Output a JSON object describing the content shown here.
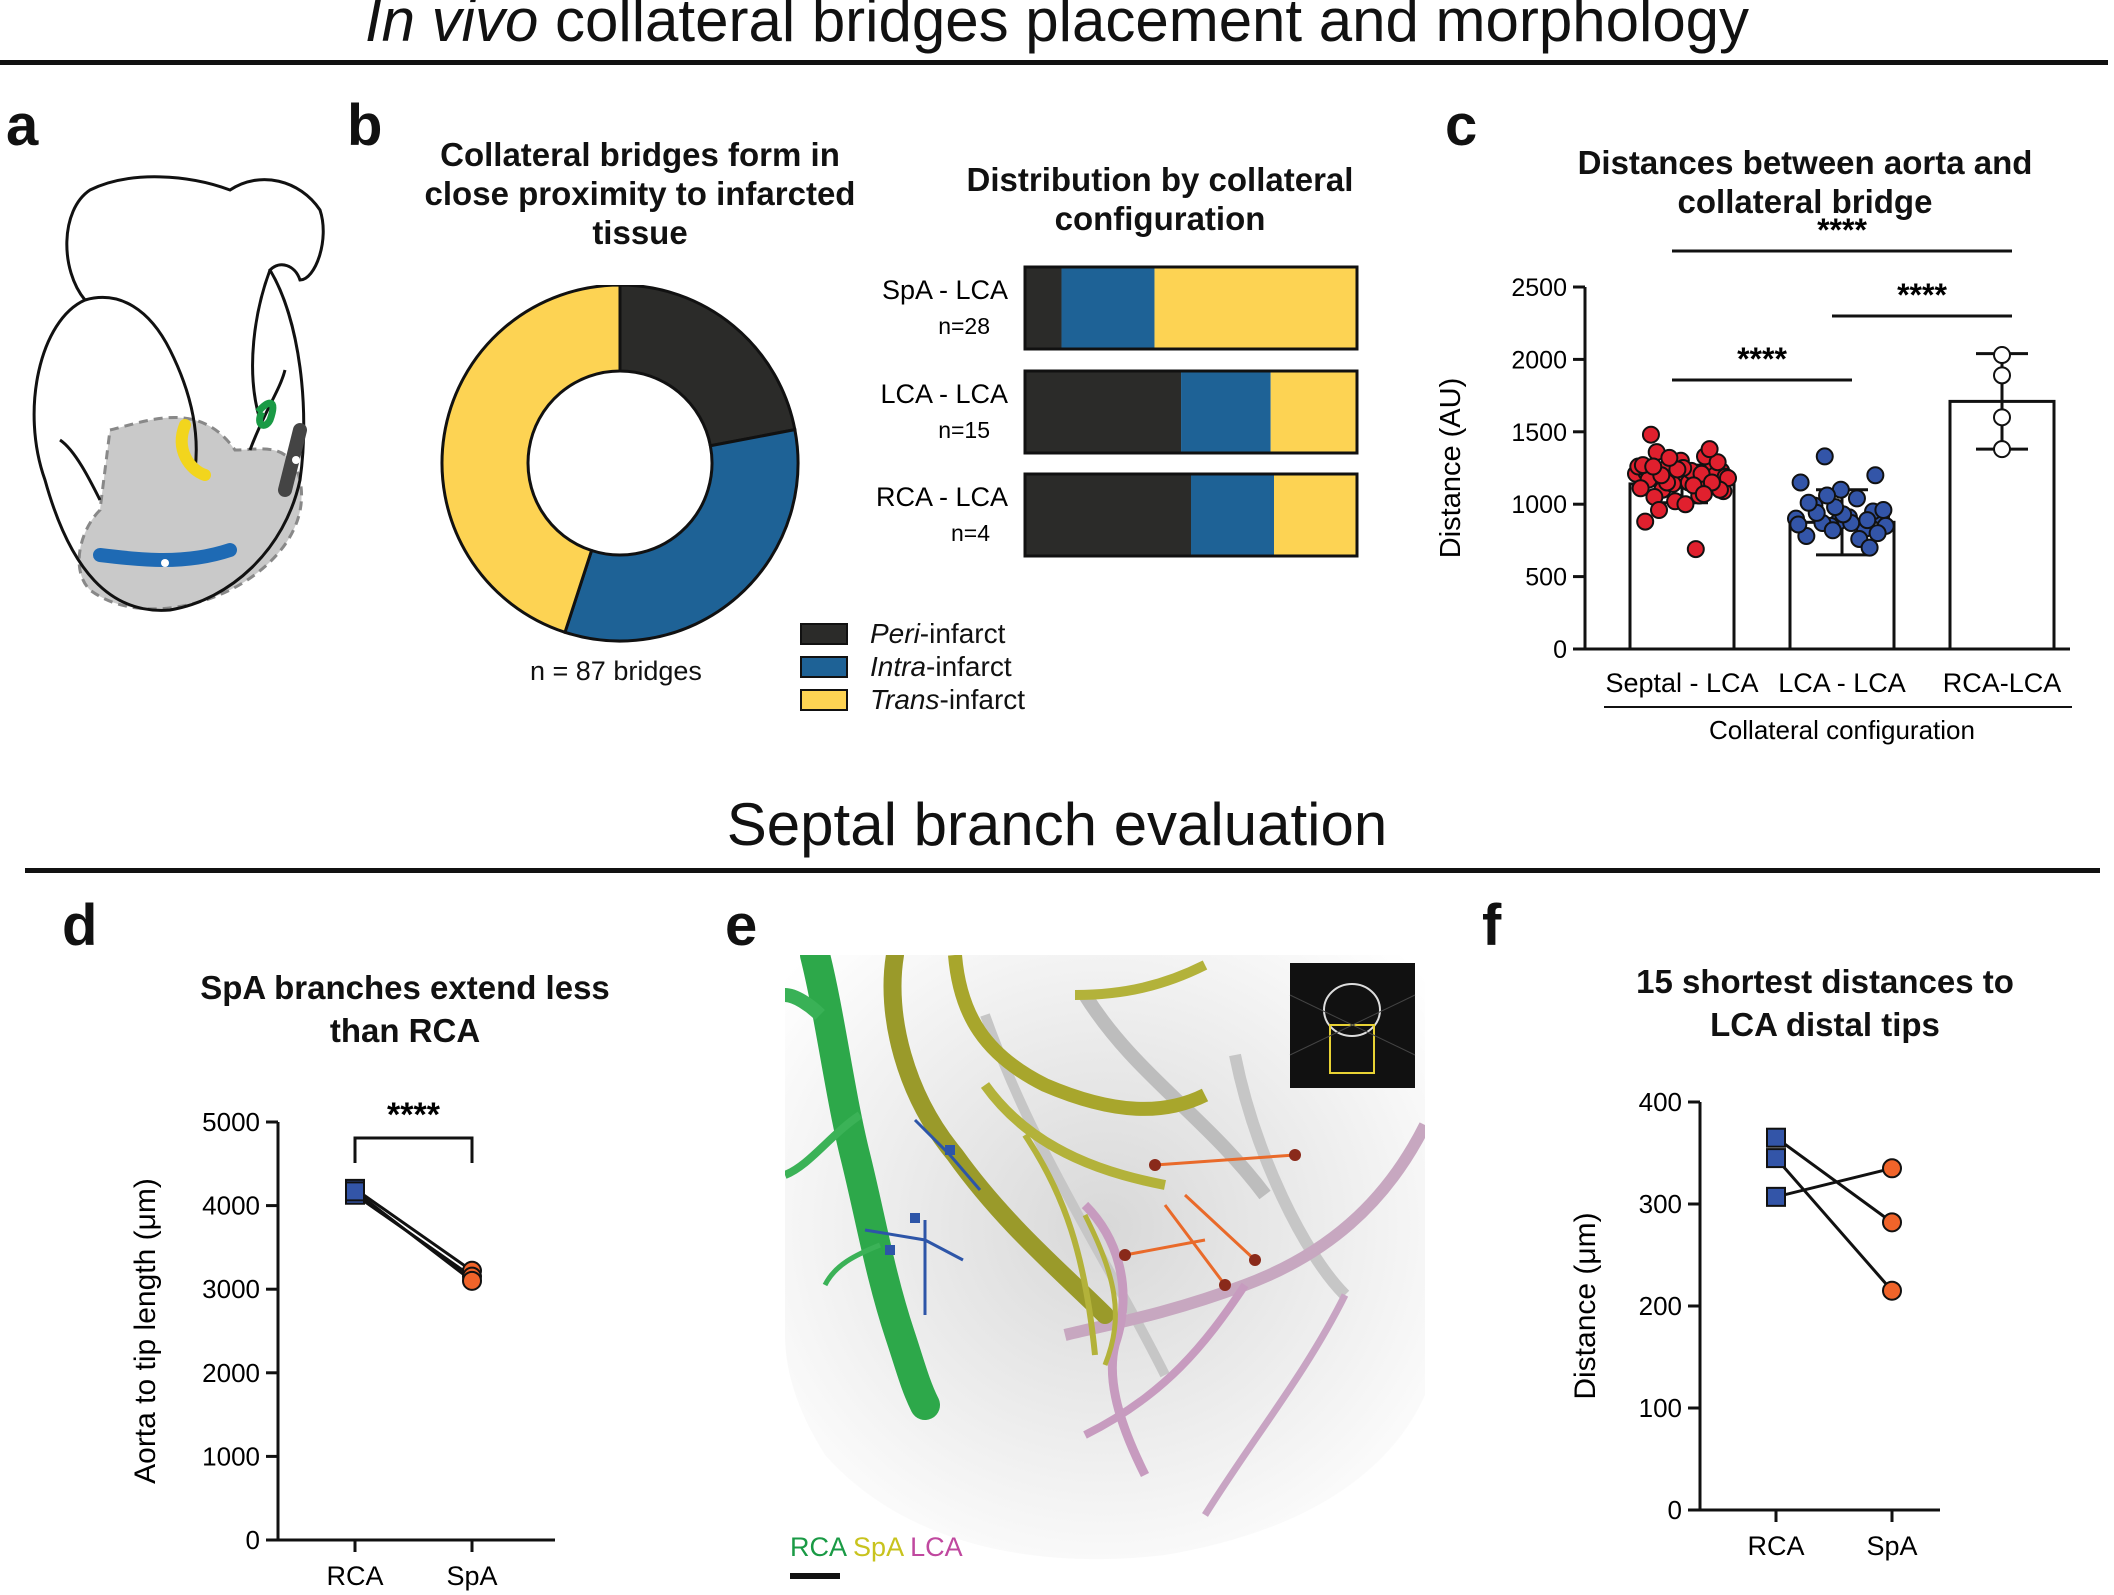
{
  "header": {
    "title_italic": "In vivo",
    "title_rest": " collateral bridges placement and morphology",
    "section2_title": "Septal branch evaluation"
  },
  "panel_labels": {
    "a": "a",
    "b": "b",
    "c": "c",
    "d": "d",
    "e": "e",
    "f": "f"
  },
  "colors": {
    "peri": "#2b2b29",
    "intra": "#1e6296",
    "trans": "#fdd353",
    "rca": "#1a9a45",
    "spa": "#c8c31e",
    "lca": "#c0489f",
    "red_dots": "#e0202e",
    "blue_dots": "#3355a8",
    "orange": "#f0642a"
  },
  "donut_title": "Collateral bridges form in close proximity to infarcted tissue",
  "donut_note": "n = 87 bridges",
  "stack_title": "Distribution by collateral configuration",
  "legend": [
    {
      "prefix": "Peri",
      "suffix": "-infarct",
      "color": "#2b2b29"
    },
    {
      "prefix": "Intra",
      "suffix": "-infarct",
      "color": "#1e6296"
    },
    {
      "prefix": "Trans",
      "suffix": "-infarct",
      "color": "#fdd353"
    }
  ],
  "bar_c_title": "Distances between aorta and collateral bridge",
  "d_title": "SpA branches extend less than RCA",
  "f_title": "15 shortest distances to LCA distal tips",
  "e_legend": {
    "rca": "RCA",
    "spa": "SpA",
    "lca": "LCA"
  },
  "chart_data": [
    {
      "type": "pie",
      "variant": "donut",
      "title": "Collateral bridges form in close proximity to infarcted tissue",
      "labels": [
        "Peri-infarct",
        "Intra-infarct",
        "Trans-infarct"
      ],
      "values": [
        22,
        33,
        45
      ],
      "annotation": "n = 87 bridges"
    },
    {
      "type": "bar",
      "variant": "stacked-horizontal-percent",
      "title": "Distribution by collateral configuration",
      "categories": [
        {
          "name": "SpA - LCA",
          "n": "n=28"
        },
        {
          "name": "LCA - LCA",
          "n": "n=15"
        },
        {
          "name": "RCA - LCA",
          "n": "n=4"
        }
      ],
      "series": [
        {
          "name": "Peri-infarct",
          "values": [
            11,
            47,
            50
          ]
        },
        {
          "name": "Intra-infarct",
          "values": [
            28,
            27,
            25
          ]
        },
        {
          "name": "Trans-infarct",
          "values": [
            61,
            26,
            25
          ]
        }
      ]
    },
    {
      "type": "bar",
      "variant": "bar-with-points",
      "title": "Distances between aorta and collateral bridge",
      "xlabel": "Collateral configuration",
      "ylabel": "Distance (AU)",
      "ylim": [
        0,
        2500
      ],
      "yticks": [
        0,
        500,
        1000,
        1500,
        2000,
        2500
      ],
      "categories": [
        "Septal - LCA",
        "LCA - LCA",
        "RCA-LCA"
      ],
      "means": [
        1140,
        875,
        1710
      ],
      "sd": [
        130,
        225,
        330
      ],
      "points": [
        [
          1210,
          1190,
          1230,
          1160,
          1280,
          1100,
          1330,
          1050,
          1180,
          1220,
          1150,
          1260,
          1300,
          1090,
          1140,
          1200,
          1240,
          1120,
          1360,
          1060,
          1170,
          1230,
          1110,
          1250,
          1190,
          1020,
          1290,
          1150,
          1380,
          960,
          1210,
          1480,
          1130,
          1270,
          1000,
          1180,
          1240,
          1100,
          1320,
          1150,
          1200,
          1070,
          1260,
          690,
          880
        ],
        [
          900,
          880,
          920,
          850,
          950,
          870,
          830,
          990,
          1040,
          780,
          910,
          860,
          1100,
          960,
          820,
          1200,
          1330,
          890,
          940,
          760,
          1010,
          870,
          1150,
          930,
          850,
          980,
          800,
          1060,
          700
        ],
        [
          2030,
          1890,
          1600,
          1380
        ]
      ],
      "significance": [
        {
          "pair": [
            "Septal - LCA",
            "LCA - LCA"
          ],
          "label": "****"
        },
        {
          "pair": [
            "LCA - LCA",
            "RCA-LCA"
          ],
          "label": "****"
        },
        {
          "pair": [
            "Septal - LCA",
            "RCA-LCA"
          ],
          "label": "****"
        }
      ]
    },
    {
      "type": "line",
      "variant": "paired",
      "title": "SpA branches extend less than RCA",
      "ylabel": "Aorta to tip length (μm)",
      "ylim": [
        0,
        5000
      ],
      "yticks": [
        0,
        1000,
        2000,
        3000,
        4000,
        5000
      ],
      "categories": [
        "RCA",
        "SpA"
      ],
      "pairs": [
        [
          4200,
          3220
        ],
        [
          4130,
          3150
        ],
        [
          4170,
          3100
        ]
      ],
      "significance": "****"
    },
    {
      "type": "line",
      "variant": "paired",
      "title": "15 shortest distances to LCA distal tips",
      "ylabel": "Distance (μm)",
      "ylim": [
        0,
        400
      ],
      "yticks": [
        0,
        100,
        200,
        300,
        400
      ],
      "categories": [
        "RCA",
        "SpA"
      ],
      "pairs": [
        [
          365,
          282
        ],
        [
          345,
          215
        ],
        [
          307,
          335
        ]
      ]
    }
  ]
}
